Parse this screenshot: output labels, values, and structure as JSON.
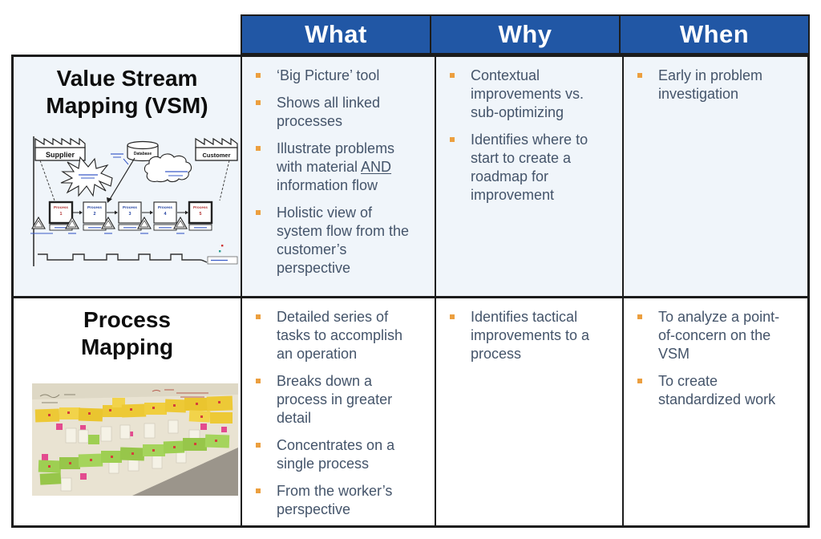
{
  "header": {
    "columns": [
      "What",
      "Why",
      "When"
    ]
  },
  "rows": [
    {
      "title": "Value Stream\nMapping (VSM)",
      "what": [
        "‘Big Picture’ tool",
        "Shows all linked\nprocesses",
        "Illustrate problems\nwith material __AND__\ninformation flow",
        "Holistic view of\nsystem flow from the\ncustomer’s\nperspective"
      ],
      "why": [
        "Contextual\nimprovements vs.\nsub-optimizing",
        "Identifies where to\nstart to create a\nroadmap for\nimprovement"
      ],
      "when": [
        "Early in problem\ninvestigation"
      ]
    },
    {
      "title": "Process\nMapping",
      "what": [
        "Detailed series of\ntasks to accomplish\nan operation",
        "Breaks down a\nprocess in greater\ndetail",
        "Concentrates on a\nsingle process",
        "From the worker’s\nperspective"
      ],
      "why": [
        "Identifies tactical\nimprovements to a\nprocess"
      ],
      "when": [
        "To analyze a point-\nof-concern on the\nVSM",
        "To create\nstandardized work"
      ]
    }
  ],
  "vsm_diagram": {
    "supplier": "Supplier",
    "database": "Database",
    "customer": "Customer",
    "process_label": "Process",
    "process_numbers": [
      "1",
      "2",
      "3",
      "4",
      "5"
    ]
  },
  "colors": {
    "header_bg": "#2157A5",
    "header_text": "#FFFFFF",
    "row1_bg": "#F0F5FA",
    "bullet": "#EC9F3F",
    "body_text": "#44546A",
    "border": "#1C1C1C",
    "title_text": "#0D0D0D"
  }
}
